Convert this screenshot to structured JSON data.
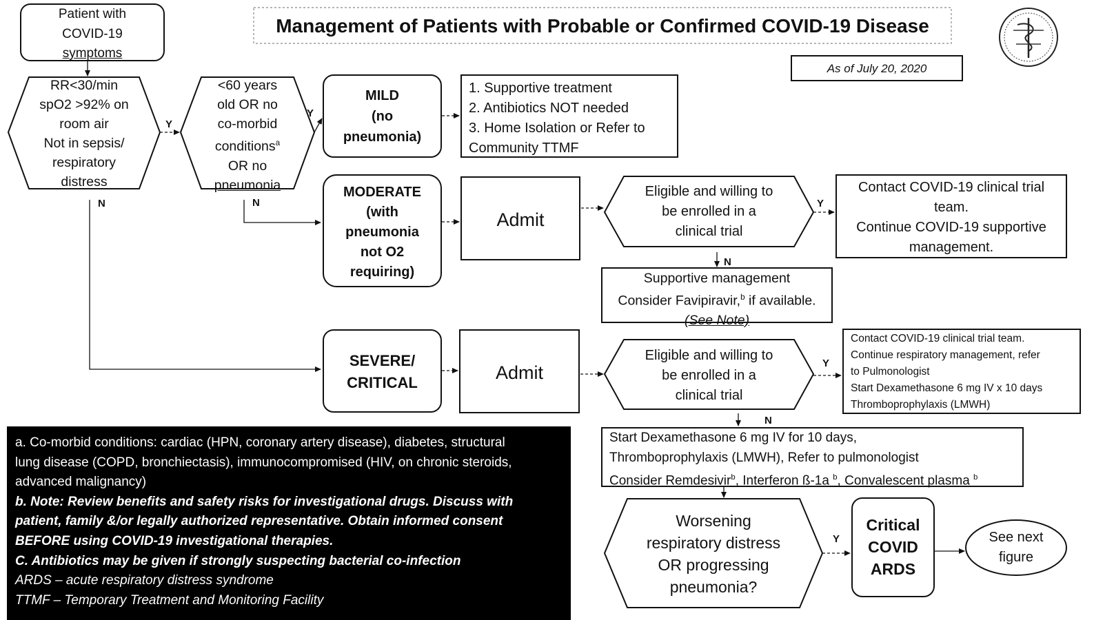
{
  "title": "Management of Patients with Probable or Confirmed COVID-19 Disease",
  "date": "As of July 20, 2020",
  "start": [
    "Patient with",
    "COVID-19",
    "symptoms"
  ],
  "screen_hex": [
    "RR<30/min",
    "spO2 >92% on",
    "room air",
    "Not in sepsis/",
    "respiratory",
    "distress"
  ],
  "age_hex": [
    "<60 years",
    "old OR no",
    "co-morbid",
    "conditions",
    "OR no",
    "pneumonia"
  ],
  "age_hex_sup": "a",
  "mild": [
    "MILD",
    "(no",
    "pneumonia)"
  ],
  "mild_actions": [
    "1. Supportive treatment",
    "2. Antibiotics NOT needed",
    "3. Home Isolation or Refer to",
    "Community TTMF"
  ],
  "moderate": [
    "MODERATE",
    "(with",
    "pneumonia",
    "not O2",
    "requiring)"
  ],
  "admit": "Admit",
  "trial_hex": [
    "Eligible and willing to",
    "be enrolled in a",
    "clinical trial"
  ],
  "moderate_trial_yes": [
    "Contact COVID-19 clinical trial",
    "team.",
    "Continue COVID-19 supportive",
    "management."
  ],
  "moderate_trial_no": {
    "line1": "Supportive management",
    "line2a": "Consider Favipiravir,",
    "line2sup": "b",
    "line2b": " if available.",
    "line3": "(See Note)"
  },
  "severe": [
    "SEVERE/",
    "CRITICAL"
  ],
  "severe_trial_yes": [
    "Contact COVID-19 clinical trial team.",
    "Continue respiratory management, refer",
    "to Pulmonologist",
    "Start Dexamethasone 6 mg IV x 10 days",
    "Thromboprophylaxis (LMWH)"
  ],
  "severe_trial_no": {
    "line1": "Start Dexamethasone 6 mg IV for 10 days,",
    "line2": "Thromboprophylaxis (LMWH), Refer to pulmonologist",
    "line3a": "Consider Remdesivir",
    "sup1": "b",
    "line3b": ", Interferon ß-1a ",
    "sup2": "b",
    "line3c": ", Convalescent plasma ",
    "sup3": "b"
  },
  "worsening_hex": [
    "Worsening",
    "respiratory distress",
    "OR progressing",
    "pneumonia?"
  ],
  "critical_ards": [
    "Critical",
    "COVID",
    "ARDS"
  ],
  "next": [
    "See next",
    "figure"
  ],
  "labels": {
    "yes": "Y",
    "no": "N"
  },
  "notes": {
    "a": [
      "a. Co-morbid conditions:  cardiac (HPN, coronary artery disease), diabetes, structural",
      "lung disease (COPD, bronchiectasis), immunocompromised (HIV, on chronic steroids,",
      "advanced malignancy)"
    ],
    "b": [
      "b. Note:  Review benefits and safety risks for investigational drugs.  Discuss with",
      "patient, family &/or legally authorized representative.  Obtain informed consent",
      "BEFORE using COVID-19 investigational therapies."
    ],
    "c": "C. Antibiotics may be given if strongly suspecting bacterial co-infection",
    "ards": "ARDS – acute respiratory distress syndrome",
    "ttmf": "TTMF – Temporary Treatment and Monitoring Facility"
  },
  "colors": {
    "ink": "#111111",
    "background": "#ffffff",
    "notes_bg": "#000000",
    "notes_text": "#ffffff"
  }
}
